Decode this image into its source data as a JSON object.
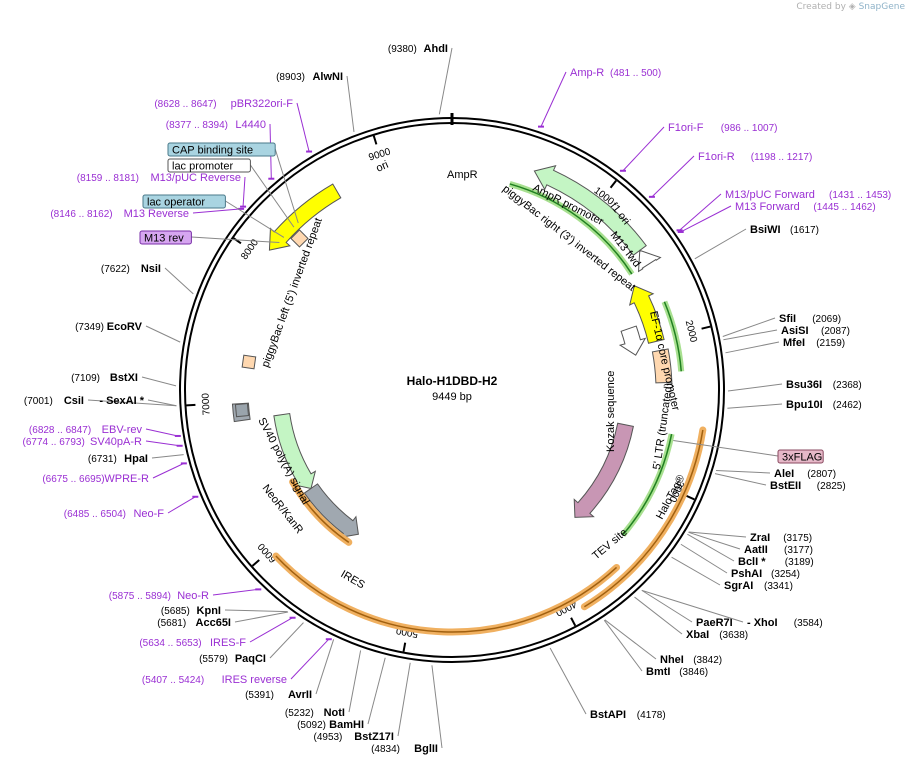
{
  "credit": {
    "prefix": "Created by",
    "brand": "SnapGene"
  },
  "plasmid": {
    "name": "Halo-H1DBD-H2",
    "length_label": "9449 bp",
    "length": 9449
  },
  "colors": {
    "primer": "#9a2fd3",
    "ori": "#ffff00",
    "resistance": "#c4f5c4",
    "promoter": "#ffffff",
    "halotag": "#c896b4",
    "ires": "#a0a8b0",
    "misc_blue": "#a9d4e1",
    "flag": "#e6b8c8",
    "orange_feature": "#ffd8b0",
    "orange_outline": "#f0a030",
    "green_line": "#33aa33"
  },
  "ticks": [
    {
      "label": "1000",
      "bp": 1000
    },
    {
      "label": "2000",
      "bp": 2000
    },
    {
      "label": "3000",
      "bp": 3000
    },
    {
      "label": "4000",
      "bp": 4000
    },
    {
      "label": "5000",
      "bp": 5000
    },
    {
      "label": "6000",
      "bp": 6000
    },
    {
      "label": "7000",
      "bp": 7000
    },
    {
      "label": "8000",
      "bp": 8000
    },
    {
      "label": "9000",
      "bp": 9000
    }
  ],
  "enzymes": [
    {
      "name": "AhdI",
      "pos": "(9380)",
      "bp": 9380
    },
    {
      "name": "AlwNI",
      "pos": "(8903)",
      "bp": 8903
    },
    {
      "name": "BsiWI",
      "pos": "(1617)",
      "bp": 1617
    },
    {
      "name": "SfiI",
      "pos": "(2069)",
      "bp": 2069
    },
    {
      "name": "AsiSI",
      "pos": "(2087)",
      "bp": 2087
    },
    {
      "name": "MfeI",
      "pos": "(2159)",
      "bp": 2159
    },
    {
      "name": "Bsu36I",
      "pos": "(2368)",
      "bp": 2368
    },
    {
      "name": "Bpu10I",
      "pos": "(2462)",
      "bp": 2462
    },
    {
      "name": "AleI",
      "pos": "(2807)",
      "bp": 2807
    },
    {
      "name": "BstEII",
      "pos": "(2825)",
      "bp": 2825
    },
    {
      "name": "ZraI",
      "pos": "(3175)",
      "bp": 3175
    },
    {
      "name": "AatII",
      "pos": "(3177)",
      "bp": 3177
    },
    {
      "name": "BclI *",
      "pos": "(3189)",
      "bp": 3189
    },
    {
      "name": "PshAI",
      "pos": "(3254)",
      "bp": 3254
    },
    {
      "name": "SgrAI",
      "pos": "(3341)",
      "bp": 3341
    },
    {
      "name": "PaeR7I",
      "pos": "",
      "bp": 3584
    },
    {
      "name": "- XhoI",
      "pos": "(3584)",
      "bp": 3584
    },
    {
      "name": "XbaI",
      "pos": "(3638)",
      "bp": 3638
    },
    {
      "name": "NheI",
      "pos": "(3842)",
      "bp": 3842
    },
    {
      "name": "BmtI",
      "pos": "(3846)",
      "bp": 3846
    },
    {
      "name": "BstAPI",
      "pos": "(4178)",
      "bp": 4178
    },
    {
      "name": "BglII",
      "pos": "(4834)",
      "bp": 4834
    },
    {
      "name": "BstZ17I",
      "pos": "(4953)",
      "bp": 4953
    },
    {
      "name": "BamHI",
      "pos": "(5092)",
      "bp": 5092
    },
    {
      "name": "NotI",
      "pos": "(5232)",
      "bp": 5232
    },
    {
      "name": "AvrII",
      "pos": "(5391)",
      "bp": 5391
    },
    {
      "name": "PaqCI",
      "pos": "(5579)",
      "bp": 5579
    },
    {
      "name": "Acc65I",
      "pos": "(5681)",
      "bp": 5681
    },
    {
      "name": "KpnI",
      "pos": "(5685)",
      "bp": 5685
    },
    {
      "name": "HpaI",
      "pos": "(6731)",
      "bp": 6731
    },
    {
      "name": "CsiI",
      "pos": "(7001)",
      "bp": 7001
    },
    {
      "name": "- SexAI *",
      "pos": "",
      "bp": 7001
    },
    {
      "name": "BstXI",
      "pos": "(7109)",
      "bp": 7109
    },
    {
      "name": "EcoRV",
      "pos": "(7349)",
      "bp": 7349
    },
    {
      "name": "NsiI",
      "pos": "(7622)",
      "bp": 7622
    }
  ],
  "primers": [
    {
      "name": "Amp-R",
      "range": "(481 .. 500)",
      "bp": 490
    },
    {
      "name": "F1ori-F",
      "range": "(986 .. 1007)",
      "bp": 996
    },
    {
      "name": "F1ori-R",
      "range": "(1198 .. 1217)",
      "bp": 1207
    },
    {
      "name": "M13/pUC Forward",
      "range": "(1431 .. 1453)",
      "bp": 1442
    },
    {
      "name": "M13 Forward",
      "range": "(1445 .. 1462)",
      "bp": 1453
    },
    {
      "name": "Neo-F",
      "range": "(6485 .. 6504)",
      "bp": 6494
    },
    {
      "name": "WPRE-R",
      "range": "(6675 .. 6695)",
      "bp": 6685
    },
    {
      "name": "SV40pA-R",
      "range": "(6774 .. 6793)",
      "bp": 6783
    },
    {
      "name": "EBV-rev",
      "range": "(6828 .. 6847)",
      "bp": 6837
    },
    {
      "name": "Neo-R",
      "range": "(5875 .. 5894)",
      "bp": 5884
    },
    {
      "name": "IRES-F",
      "range": "(5634 .. 5653)",
      "bp": 5643
    },
    {
      "name": "IRES reverse",
      "range": "(5407 .. 5424)",
      "bp": 5415
    },
    {
      "name": "pBR322ori-F",
      "range": "(8628 .. 8647)",
      "bp": 8637
    },
    {
      "name": "L4440",
      "range": "(8377 .. 8394)",
      "bp": 8385
    },
    {
      "name": "M13/pUC Reverse",
      "range": "(8159 .. 8181)",
      "bp": 8170
    },
    {
      "name": "M13 Reverse",
      "range": "(8146 .. 8162)",
      "bp": 8154
    }
  ],
  "boxed_labels": [
    {
      "name": "CAP binding site",
      "style": "blue",
      "bp": 8330
    },
    {
      "name": "lac promoter",
      "style": "white",
      "bp": 8290
    },
    {
      "name": "lac operator",
      "style": "blue",
      "bp": 8195
    },
    {
      "name": "M13 rev",
      "style": "purple",
      "bp": 8150
    },
    {
      "name": "3xFLAG",
      "style": "pink",
      "bp": 2700
    }
  ],
  "features": [
    {
      "name": "ori",
      "start": 8070,
      "end": 8660,
      "dir": "rev",
      "color": "#ffff00"
    },
    {
      "name": "AmpR",
      "start": 9990,
      "end": 10850,
      "dir": "rev",
      "color": "#c4f5c4"
    },
    {
      "name": "AmpR promoter",
      "start": 10850,
      "end": 10955,
      "dir": "rev",
      "color": "#ffffff"
    },
    {
      "name": "f1 ori",
      "start": 11030,
      "end": 11460,
      "dir": "rev",
      "color": "#ffff00"
    },
    {
      "name": "HaloTag®",
      "start": 2660,
      "end": 3570,
      "dir": "fwd",
      "color": "#c896b4"
    },
    {
      "name": "EF-1α core promoter",
      "start": 1860,
      "end": 2080,
      "dir": "fwd",
      "color": "#ffffff"
    },
    {
      "name": "NeoR/KanR",
      "start": 6170,
      "end": 6870,
      "dir": "rev",
      "color": "#c4f5c4"
    },
    {
      "name": "IRES",
      "start": 5590,
      "end": 6170,
      "dir": "rev",
      "color": "#a0a8b0"
    },
    {
      "name": "5' LTR (truncated)",
      "start": 2080,
      "end": 2310,
      "dir": "none",
      "color": "#ffd8b0"
    },
    {
      "name": "SV40 poly(A) signal",
      "start": 6870,
      "end": 6990,
      "dir": "none",
      "color": "#a0a8b0"
    }
  ],
  "feature_text": [
    "ori",
    "AmpR",
    "AmpR promoter",
    "f1 ori",
    "M13 fwd",
    "piggyBac right (3') inverted repeat",
    "piggyBac left (5') inverted repeat",
    "EF-1α core promoter",
    "5' LTR (truncated)",
    "Kozak sequence",
    "HaloTag®",
    "TEV site",
    "SV40 poly(A) signal",
    "NeoR/KanR",
    "IRES"
  ]
}
